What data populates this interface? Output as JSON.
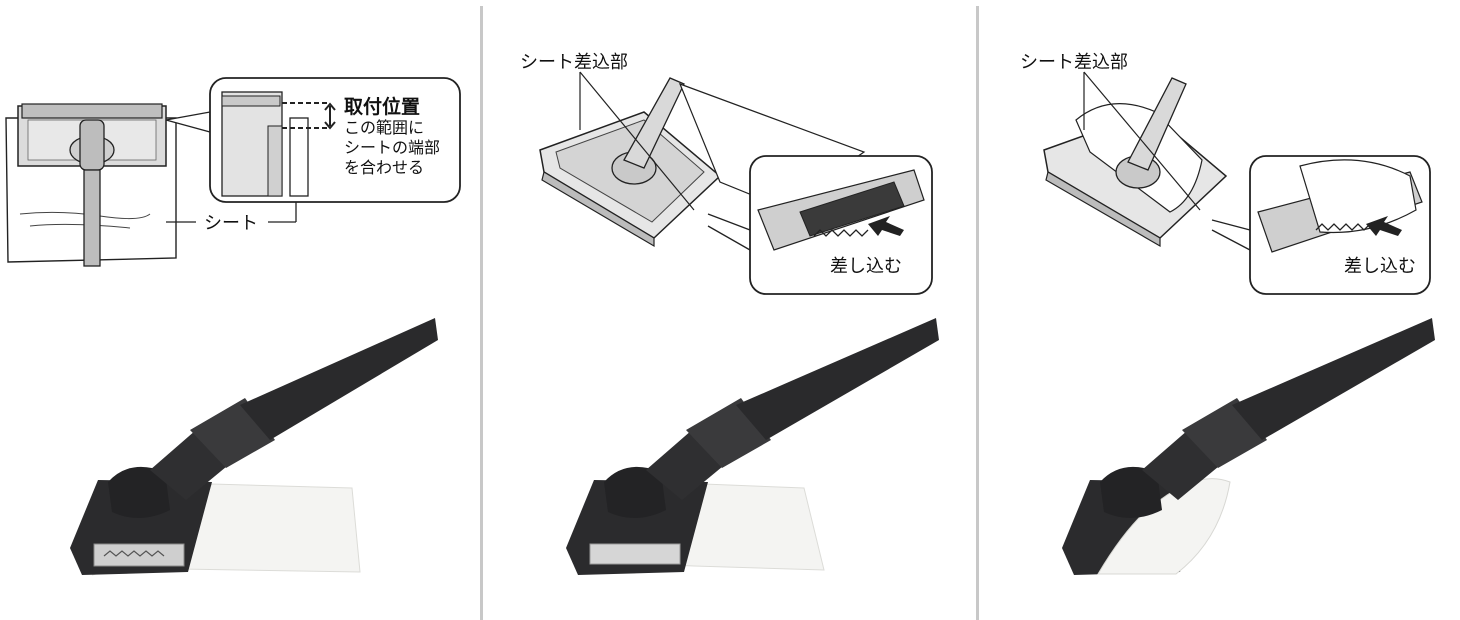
{
  "panel1": {
    "title": "取付位置",
    "note_lines": [
      "この範囲に",
      "シートの端部",
      "を合わせる"
    ],
    "sheet_label": "シート"
  },
  "panel2": {
    "insert_area_label": "シート差込部",
    "push_in_label": "差し込む"
  },
  "panel3": {
    "insert_area_label": "シート差込部",
    "push_in_label": "差し込む"
  },
  "colors": {
    "divider": "#c8c8c8",
    "line": "#222222",
    "tool_dark": "#2b2b2d",
    "plate_gray": "#cfcfcf",
    "sheet_white": "#f4f4f2"
  }
}
